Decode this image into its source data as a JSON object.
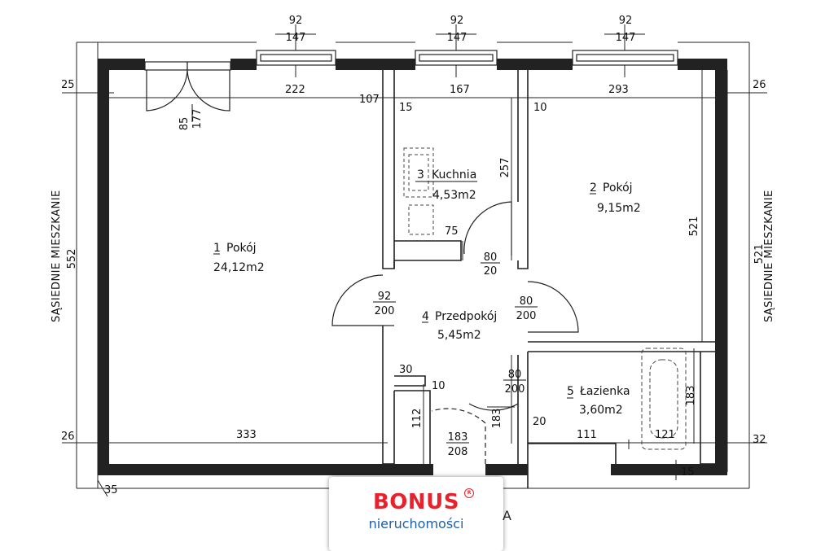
{
  "rooms": [
    {
      "num": "1",
      "name": "Pokój",
      "area": "24,12m2"
    },
    {
      "num": "2",
      "name": "Pokój",
      "area": "9,15m2"
    },
    {
      "num": "3",
      "name": "Kuchnia",
      "area": "4,53m2"
    },
    {
      "num": "4",
      "name": "Przedpokój",
      "area": "5,45m2"
    },
    {
      "num": "5",
      "name": "Łazienka",
      "area": "3,60m2"
    }
  ],
  "neighbour_label": "SĄSIEDNIE MIESZKANIE",
  "windows": [
    {
      "top": "92",
      "bottom": "147"
    },
    {
      "top": "92",
      "bottom": "147"
    },
    {
      "top": "92",
      "bottom": "147"
    }
  ],
  "doors": {
    "balcony": {
      "top": "85",
      "bottom": "177"
    },
    "kitchen": {
      "top": "80",
      "bottom": "20"
    },
    "room1": {
      "top": "92",
      "bottom": "200"
    },
    "room2": {
      "top": "80",
      "bottom": "200"
    },
    "bathroom": {
      "top": "80",
      "bottom": "200"
    },
    "entrance": {
      "top": "183",
      "bottom": "208"
    }
  },
  "dims": {
    "left_top": "25",
    "left_height": "552",
    "left_bottom": "26",
    "corner_bottom": "35",
    "room1_top_a": "222",
    "room1_top_b": "107",
    "room1_bottom": "333",
    "kitchen_wall": "15",
    "kitchen_width": "167",
    "kitchen_height": "257",
    "kitchen_step": "75",
    "room2_wall": "10",
    "room2_width": "293",
    "room2_height": "521",
    "right_top": "26",
    "right_height": "521",
    "right_bottom": "32",
    "hall_30": "30",
    "hall_10": "10",
    "hall_112": "112",
    "hall_183": "183",
    "hall_20": "20",
    "hall_111": "111",
    "bath_height": "183",
    "bath_121": "121",
    "bath_15": "15"
  },
  "logo": {
    "brand": "BONUS",
    "reg": "R",
    "sub": "nieruchomości"
  },
  "stray_text": "A"
}
